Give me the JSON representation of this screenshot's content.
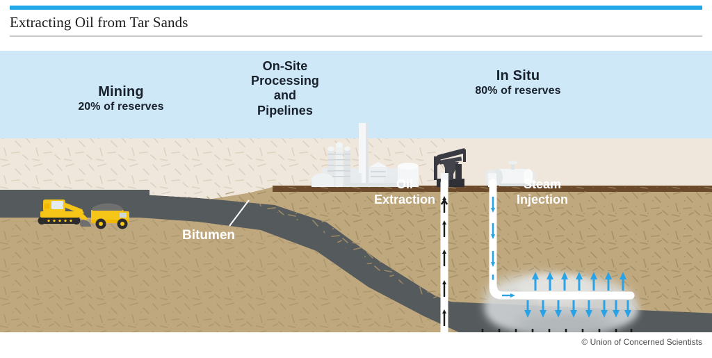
{
  "header": {
    "title": "Extracting Oil from Tar Sands",
    "accent_color": "#22a7e8",
    "rule_color": "#c9c9c9"
  },
  "figure": {
    "labels": {
      "mining_title": "Mining",
      "mining_sub": "20% of reserves",
      "onsite_line1": "On-Site",
      "onsite_line2": "Processing",
      "onsite_line3": "and",
      "onsite_line4": "Pipelines",
      "insitu_title": "In Situ",
      "insitu_sub": "80% of reserves",
      "oil_extraction_line1": "Oil",
      "oil_extraction_line2": "Extraction",
      "steam_injection_line1": "Steam",
      "steam_injection_line2": "Injection",
      "bitumen": "Bitumen"
    },
    "colors": {
      "sky": "#cfe8f7",
      "sand": "#bfa87e",
      "pit_floor": "#efe7dc",
      "bitumen": "#555a5c",
      "crust": "#6b4a2b",
      "pipe": "#ffffff",
      "steam_arrow": "#2aa3e6",
      "oil_arrow": "#1b1b1b",
      "equipment_yellow": "#f5c518",
      "plant_white": "#f2f4f5",
      "pumpjack": "#3e3e46"
    },
    "icons": {
      "excavator": "excavator-icon",
      "dump_truck": "dump-truck-icon",
      "refinery": "refinery-icon",
      "pumpjack": "pumpjack-icon",
      "steam_generator": "steam-generator-icon"
    },
    "arrow_counts": {
      "oil_well_vertical_up": 5,
      "steam_well_vertical_down": 4,
      "steam_chamber_up": 7,
      "steam_chamber_down": 8,
      "oil_inflow_down": 10
    }
  },
  "credit": "© Union of Concerned Scientists"
}
